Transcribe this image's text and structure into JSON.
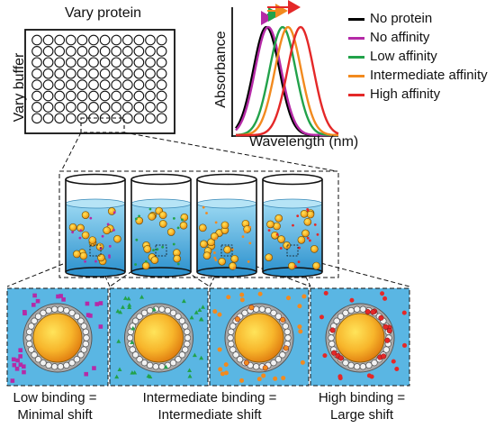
{
  "plate": {
    "top_label": "Vary protein",
    "side_label": "Vary buffer",
    "rows": 8,
    "cols": 12
  },
  "spectrum": {
    "ylabel": "Absorbance",
    "xlabel": "Wavelength (nm)",
    "legend": [
      "No protein",
      "No affinity",
      "Low affinity",
      "Intermediate affinity",
      "High affinity"
    ],
    "colors": [
      "#000000",
      "#b52aa7",
      "#22a24a",
      "#f28a1e",
      "#e42828"
    ]
  },
  "captions": [
    [
      "Low binding =",
      "Minimal shift"
    ],
    [
      "Intermediate binding =",
      "Intermediate shift"
    ],
    [
      "High binding =",
      "Large shift"
    ]
  ],
  "palette": {
    "water": "#5ab6e3",
    "nanoparticle": "#f7b52b",
    "shell": "#9a9a9a"
  }
}
